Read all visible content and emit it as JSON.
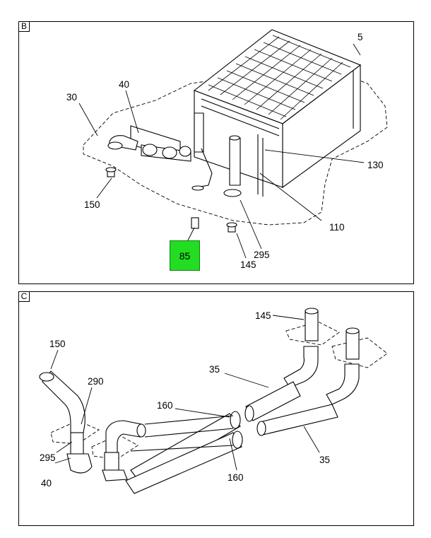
{
  "panels": {
    "B": {
      "tag": "B",
      "callouts": [
        "5",
        "30",
        "40",
        "150",
        "130",
        "110",
        "295",
        "145"
      ],
      "highlight": {
        "label": "85",
        "color": "#22dd22"
      }
    },
    "C": {
      "tag": "C",
      "callouts": [
        "145",
        "150",
        "290",
        "35",
        "160",
        "295",
        "40",
        "160",
        "35"
      ]
    }
  },
  "icons": [
    "hose-part",
    "elbow-fitting",
    "pipe-fitting",
    "grille-housing"
  ]
}
